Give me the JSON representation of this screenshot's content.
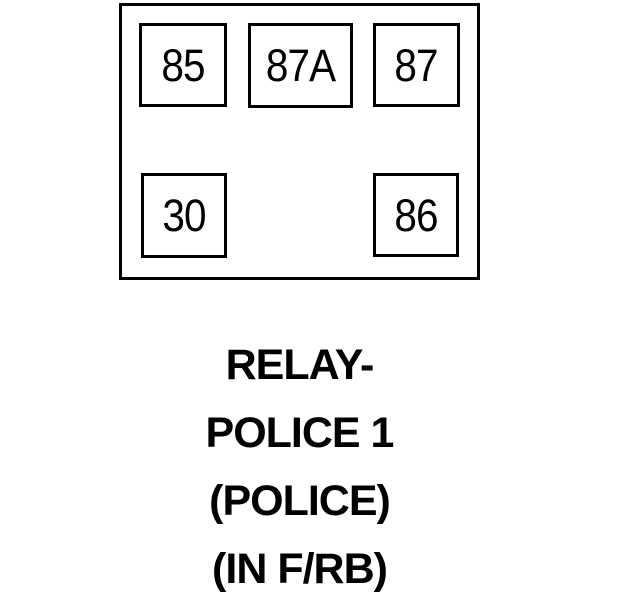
{
  "diagram": {
    "relay": {
      "pins": [
        {
          "label": "85"
        },
        {
          "label": "87A"
        },
        {
          "label": "87"
        },
        {
          "label": "30"
        },
        {
          "label": "86"
        }
      ]
    },
    "caption": {
      "lines": [
        "RELAY-",
        "POLICE 1",
        "(POLICE)",
        "(IN F/RB)"
      ],
      "full_text": "RELAY- POLICE 1 (POLICE) (IN F/RB)"
    },
    "colors": {
      "line": "#000000",
      "background": "#ffffff"
    }
  }
}
